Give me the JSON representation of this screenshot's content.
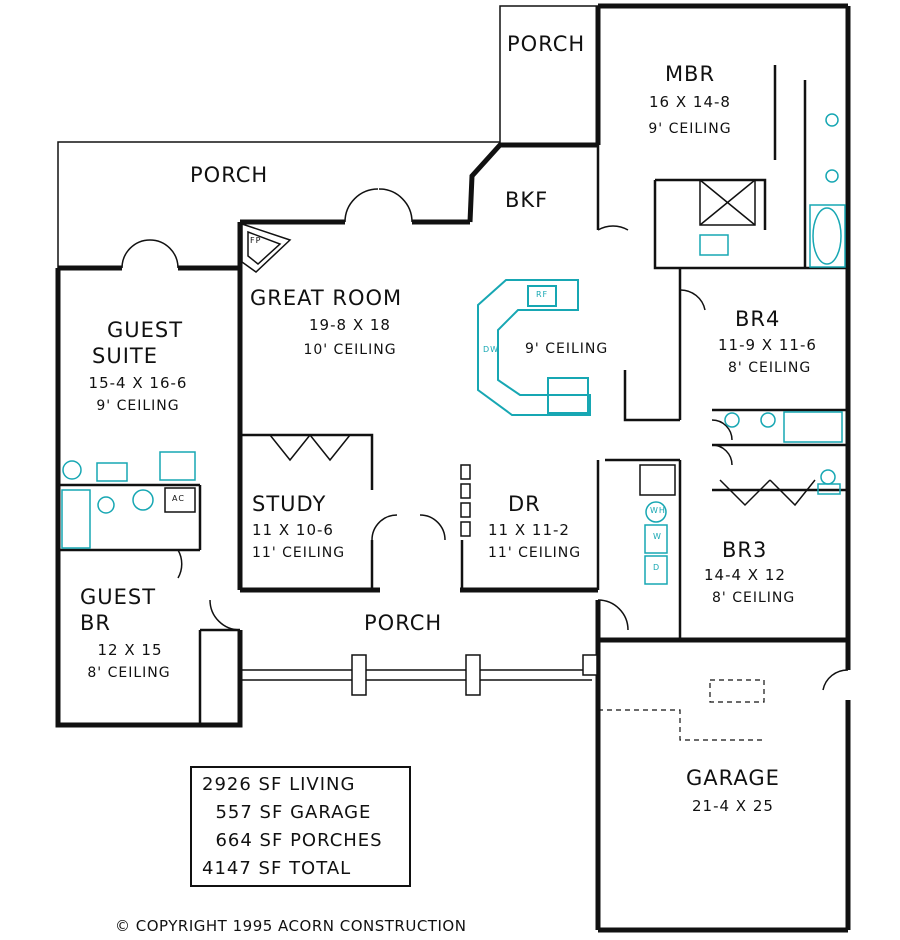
{
  "rooms": {
    "porch_top": {
      "name": "PORCH"
    },
    "mbr": {
      "name": "MBR",
      "dims": "16 X 14-8",
      "ceiling": "9' CEILING"
    },
    "porch_left": {
      "name": "PORCH"
    },
    "bkf": {
      "name": "BKF"
    },
    "great_room": {
      "name": "GREAT ROOM",
      "dims": "19-8 X 18",
      "ceiling": "10' CEILING"
    },
    "kitchen": {
      "ceiling": "9' CEILING"
    },
    "guest_suite": {
      "name_line1": "GUEST",
      "name_line2": "SUITE",
      "dims": "15-4 X 16-6",
      "ceiling": "9' CEILING"
    },
    "br4": {
      "name": "BR4",
      "dims": "11-9 X 11-6",
      "ceiling": "8' CEILING"
    },
    "study": {
      "name": "STUDY",
      "dims": "11 X 10-6",
      "ceiling": "11' CEILING"
    },
    "dr": {
      "name": "DR",
      "dims": "11 X 11-2",
      "ceiling": "11' CEILING"
    },
    "br3": {
      "name": "BR3",
      "dims": "14-4 X 12",
      "ceiling": "8' CEILING"
    },
    "guest_br": {
      "name_line1": "GUEST",
      "name_line2": "BR",
      "dims": "12 X 15",
      "ceiling": "8' CEILING"
    },
    "porch_front": {
      "name": "PORCH"
    },
    "garage": {
      "name": "GARAGE",
      "dims": "21-4 X 25"
    }
  },
  "fixtures": {
    "refrigerator": "RF",
    "dishwasher": "DW",
    "ac_unit": "AC",
    "water_heater": "WH",
    "fireplace": "FP",
    "washer": "W",
    "dryer": "D"
  },
  "stats": [
    {
      "value": "2926",
      "unit": "SF",
      "label": "LIVING"
    },
    {
      "value": "557",
      "unit": "SF",
      "label": "GARAGE"
    },
    {
      "value": "664",
      "unit": "SF",
      "label": "PORCHES"
    },
    {
      "value": "4147",
      "unit": "SF",
      "label": "TOTAL"
    }
  ],
  "copyright": "© COPYRIGHT 1995 ACORN CONSTRUCTION",
  "colors": {
    "walls": "#111111",
    "fixtures": "#17a7b3",
    "background": "#ffffff"
  }
}
